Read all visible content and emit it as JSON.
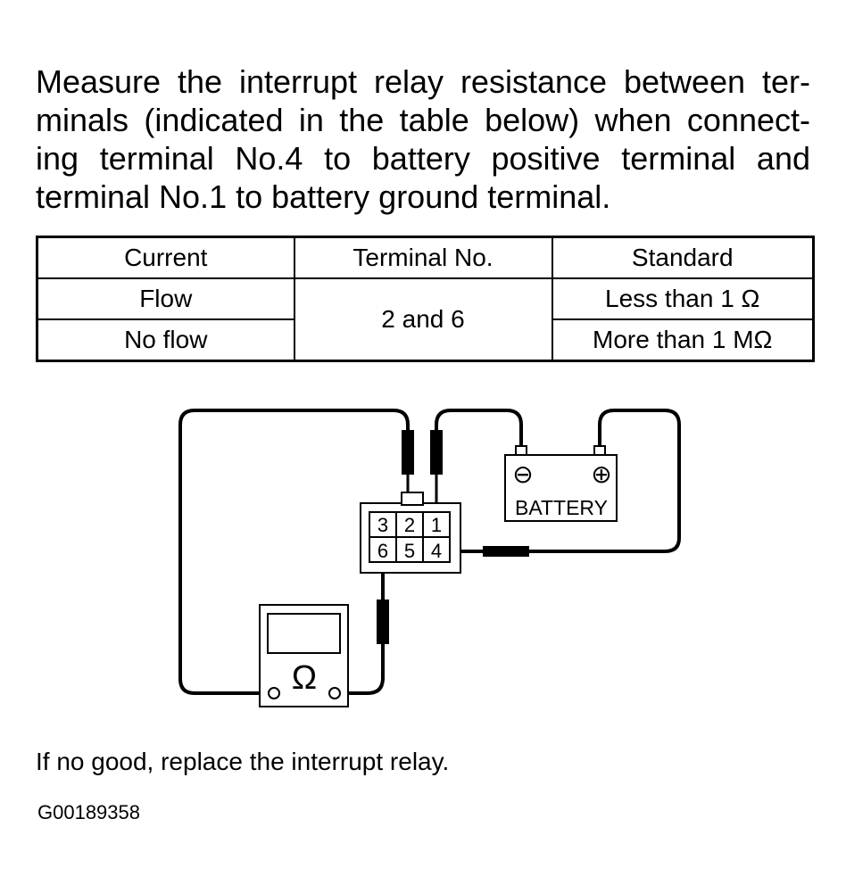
{
  "intro": {
    "lines": [
      "Measure the interrupt relay resistance between ter-",
      "minals (indicated in the table below) when connect-",
      "ing terminal No.4 to battery positive terminal and",
      "terminal No.1 to battery ground terminal."
    ]
  },
  "table": {
    "headers": [
      "Current",
      "Terminal No.",
      "Standard"
    ],
    "rows": [
      {
        "current": "Flow",
        "standard": "Less than 1 Ω"
      },
      {
        "current": "No flow",
        "standard": "More than 1 MΩ"
      }
    ],
    "terminal_shared": "2 and 6"
  },
  "diagram": {
    "battery_label": "BATTERY",
    "battery_minus": "⊖",
    "battery_plus": "⊕",
    "connector_pins": [
      "3",
      "2",
      "1",
      "6",
      "5",
      "4"
    ],
    "meter_symbol": "Ω"
  },
  "footer": {
    "note": "If no good, replace the interrupt relay.",
    "figure_id": "G00189358"
  }
}
